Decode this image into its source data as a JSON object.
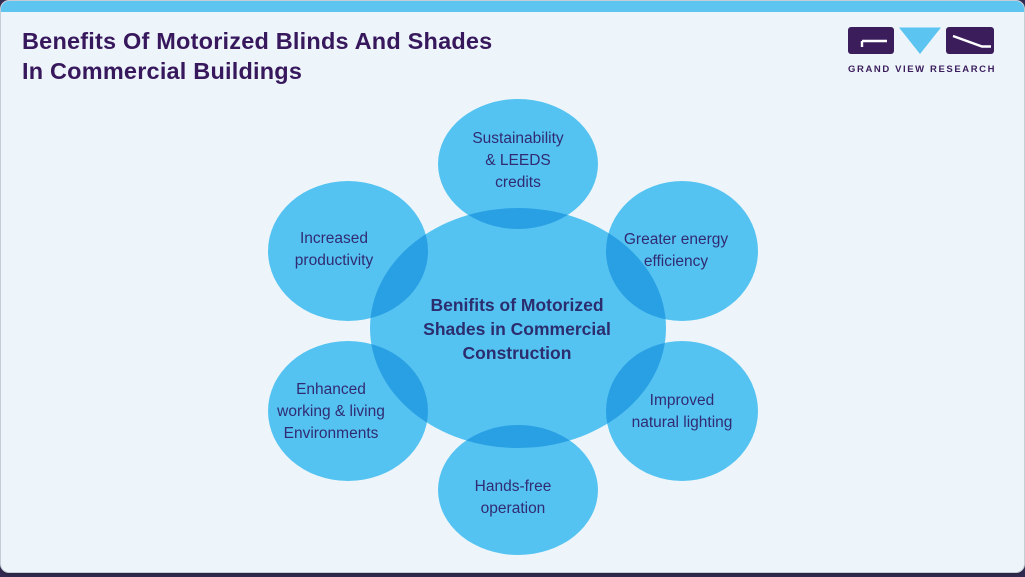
{
  "page": {
    "title": "Benefits Of Motorized Blinds And Shades\nIn Commercial Buildings"
  },
  "logo": {
    "text": "GRAND VIEW RESEARCH"
  },
  "diagram": {
    "center": {
      "label": "Benifits of Motorized\nShades in Commercial\nConstruction"
    },
    "nodes": [
      {
        "id": "sustainability-leeds-credits",
        "label": "Sustainability\n& LEEDS\ncredits"
      },
      {
        "id": "greater-energy-efficiency",
        "label": "Greater energy\nefficiency"
      },
      {
        "id": "improved-natural-lighting",
        "label": "Improved\nnatural lighting"
      },
      {
        "id": "hands-free-operation",
        "label": "Hands-free\noperation"
      },
      {
        "id": "enhanced-working-living-environments",
        "label": "Enhanced\nworking & living\nEnvironments"
      },
      {
        "id": "increased-productivity",
        "label": "Increased\nproductivity"
      }
    ]
  },
  "colors": {
    "top_bar": "#5ec5f1",
    "card_bg": "#edf5fb",
    "bubble": "#55c3f1",
    "bubble_overlap": "#2aa0e4",
    "title_text": "#38185c",
    "node_text": "#302b72",
    "center_text": "#2b2d6e",
    "logo_purple": "#3b1d5c",
    "logo_blue": "#5bc4f0"
  }
}
